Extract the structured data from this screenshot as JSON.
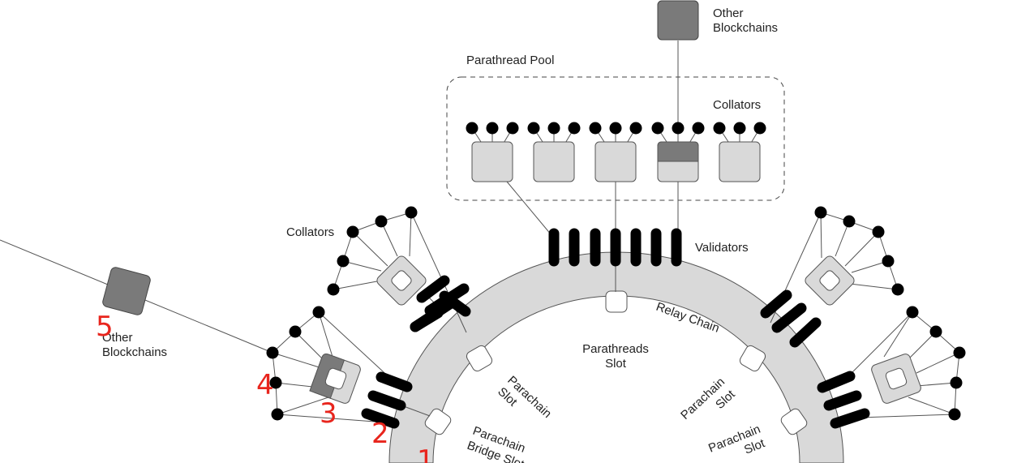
{
  "labels": {
    "other_blockchains_top_line1": "Other",
    "other_blockchains_top_line2": "Blockchains",
    "parathread_pool": "Parathread Pool",
    "collators_pool": "Collators",
    "collators_left": "Collators",
    "validators": "Validators",
    "relay_chain": "Relay Chain",
    "parathreads_slot_line1": "Parathreads",
    "parathreads_slot_line2": "Slot",
    "parachain_slot_left_line1": "Parachain",
    "parachain_slot_left_line2": "Slot",
    "parachain_slot_right_line1": "Parachain",
    "parachain_slot_right_line2": "Slot",
    "parachain_slot_right2_line1": "Parachain",
    "parachain_slot_right2_line2": "Slot",
    "parachain_bridge_line1": "Parachain",
    "parachain_bridge_line2": "Bridge Slot",
    "other_blockchains_left_line1": "Other",
    "other_blockchains_left_line2": "Blockchains"
  },
  "markers": {
    "m1": "1",
    "m2": "2",
    "m3": "3",
    "m4": "4",
    "m5": "5"
  },
  "colors": {
    "ink": "#000000",
    "light_fill": "#d9d9d9",
    "dark_fill": "#7a7a7a",
    "marker": "#e8251d"
  }
}
